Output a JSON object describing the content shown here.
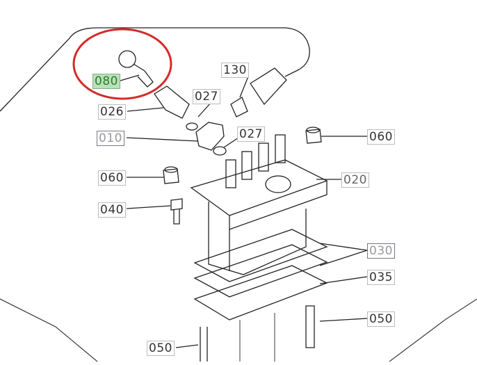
{
  "labels": {
    "p080": "080",
    "p130": "130",
    "p027a": "027",
    "p026": "026",
    "p010": "010",
    "p027b": "027",
    "p060a": "060",
    "p060b": "060",
    "p020": "020",
    "p040": "040",
    "p030": "030",
    "p035": "035",
    "p050a": "050",
    "p050b": "050"
  },
  "colors": {
    "highlight_circle": "#d42a2a",
    "selected_bg": "#b8e2b8"
  }
}
